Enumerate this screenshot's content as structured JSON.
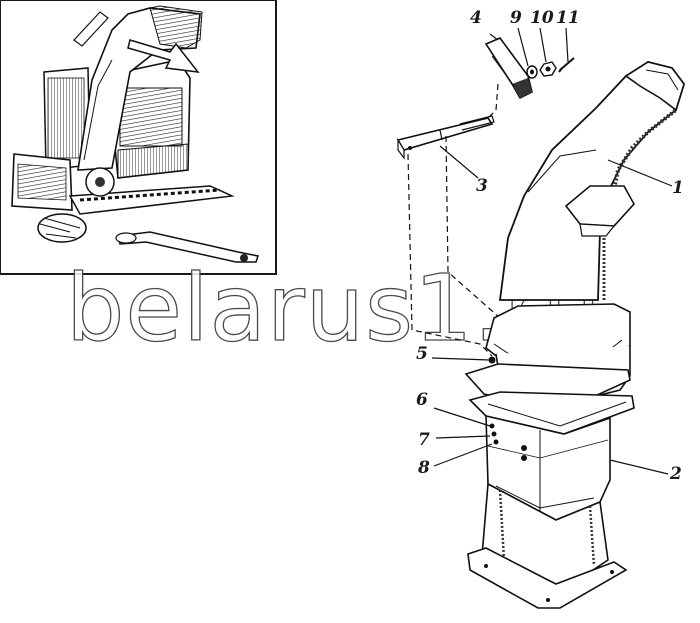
{
  "watermark": {
    "text": "belarus1.ru"
  },
  "callouts": [
    {
      "id": "c1",
      "text": "1"
    },
    {
      "id": "c2",
      "text": "2"
    },
    {
      "id": "c3",
      "text": "3"
    },
    {
      "id": "c4",
      "text": "4"
    },
    {
      "id": "c5",
      "text": "5"
    },
    {
      "id": "c6",
      "text": "6"
    },
    {
      "id": "c7",
      "text": "7"
    },
    {
      "id": "c8",
      "text": "8"
    },
    {
      "id": "c9",
      "text": "9"
    },
    {
      "id": "c10",
      "text": "10"
    },
    {
      "id": "c11",
      "text": "11"
    }
  ],
  "colors": {
    "line": "#1a1a1a",
    "background": "#ffffff",
    "shade": "#5a5a5a"
  }
}
